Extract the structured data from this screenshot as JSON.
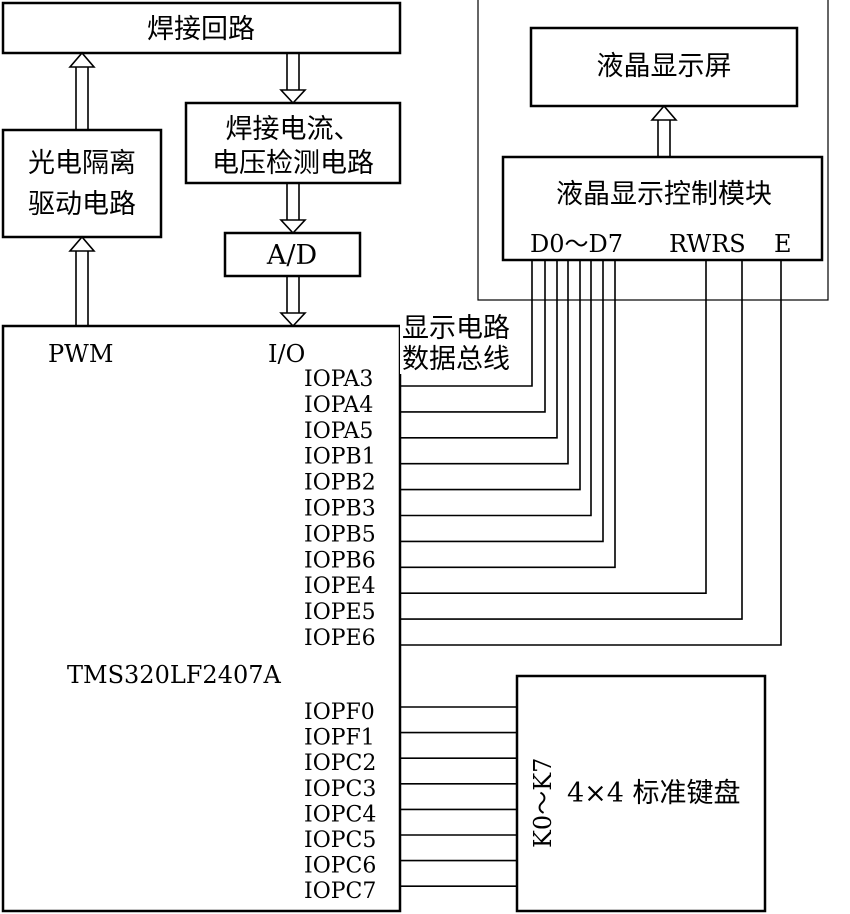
{
  "blocks": {
    "weld_loop": "焊接回路",
    "isolation_line1": "光电隔离",
    "isolation_line2": "驱动电路",
    "detect_line1": "焊接电流、",
    "detect_line2": "电压检测电路",
    "ad": "A/D",
    "lcd_screen": "液晶显示屏",
    "lcd_ctrl": "液晶显示控制模块",
    "lcd_data_pins": "D0～D7",
    "lcd_ctrl_pins": "RWRS",
    "lcd_e_pin": "E",
    "mcu_name": "TMS320LF2407A",
    "pwm": "PWM",
    "io": "I/O",
    "bus_label_line1": "显示电路",
    "bus_label_line2": "数据总线",
    "keypad_pins": "K0～K7",
    "keypad": "4×4 标准键盘"
  },
  "display_pins": [
    "IOPA3",
    "IOPA4",
    "IOPA5",
    "IOPB1",
    "IOPB2",
    "IOPB3",
    "IOPB5",
    "IOPB6",
    "IOPE4",
    "IOPE5",
    "IOPE6"
  ],
  "keypad_io_pins": [
    "IOPF0",
    "IOPF1",
    "IOPC2",
    "IOPC3",
    "IOPC4",
    "IOPC5",
    "IOPC6",
    "IOPC7"
  ]
}
